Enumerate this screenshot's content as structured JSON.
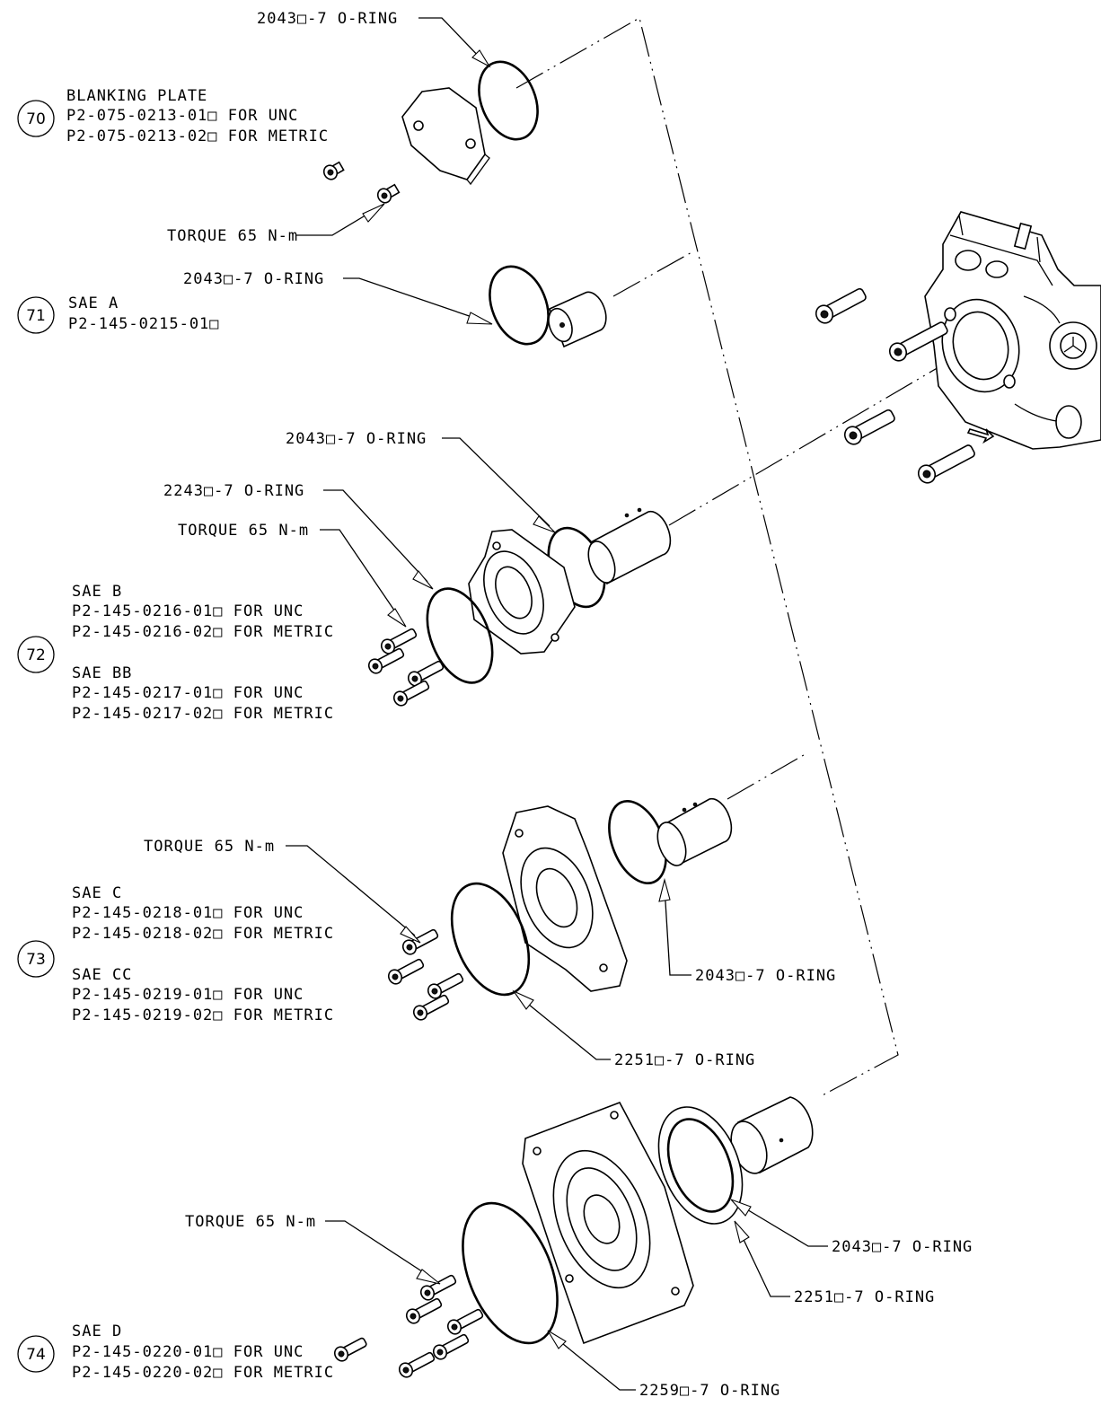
{
  "callouts": {
    "c70": {
      "number": "70",
      "lines": [
        "BLANKING PLATE",
        "P2-075-0213-01□ FOR UNC",
        "P2-075-0213-02□ FOR METRIC"
      ]
    },
    "c71": {
      "number": "71",
      "lines": [
        "SAE A",
        "P2-145-0215-01□"
      ]
    },
    "c72": {
      "number": "72",
      "lines": [
        "SAE B",
        "P2-145-0216-01□ FOR UNC",
        "P2-145-0216-02□ FOR METRIC",
        "SAE BB",
        "P2-145-0217-01□ FOR UNC",
        "P2-145-0217-02□ FOR METRIC"
      ]
    },
    "c73": {
      "number": "73",
      "lines": [
        "SAE C",
        "P2-145-0218-01□ FOR UNC",
        "P2-145-0218-02□ FOR METRIC",
        "SAE CC",
        "P2-145-0219-01□ FOR UNC",
        "P2-145-0219-02□ FOR METRIC"
      ]
    },
    "c74": {
      "number": "74",
      "lines": [
        "SAE D",
        "P2-145-0220-01□ FOR UNC",
        "P2-145-0220-02□ FOR METRIC"
      ]
    }
  },
  "notes": {
    "oring_top": "2043□-7 O-RING",
    "torque_70": "TORQUE 65 N-m",
    "oring_71": "2043□-7 O-RING",
    "oring_72a": "2043□-7 O-RING",
    "oring_72b": "2243□-7 O-RING",
    "torque_72": "TORQUE 65 N-m",
    "torque_73": "TORQUE 65 N-m",
    "oring_73a": "2043□-7 O-RING",
    "oring_73b": "2251□-7 O-RING",
    "torque_74": "TORQUE 65 N-m",
    "oring_74a": "2043□-7 O-RING",
    "oring_74b": "2251□-7 O-RING",
    "oring_74c": "2259□-7 O-RING"
  }
}
